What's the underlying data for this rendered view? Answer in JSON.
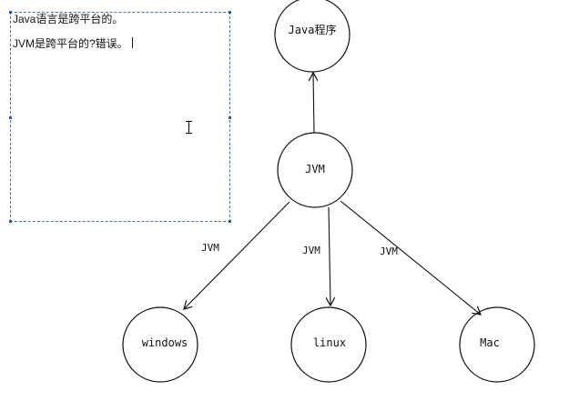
{
  "text_box": {
    "line1": "Java语言是跨平台的。",
    "line2": "JVM是跨平台的?错误。"
  },
  "nodes": {
    "java_program": "Java程序",
    "jvm": "JVM",
    "windows": "windows",
    "linux": "linux",
    "mac": "Mac"
  },
  "edges": {
    "to_windows": "JVM",
    "to_linux": "JVM",
    "to_mac": "JVM"
  },
  "colors": {
    "selection_border": "#3f6fbf",
    "stroke": "#111111",
    "background": "#ffffff"
  }
}
